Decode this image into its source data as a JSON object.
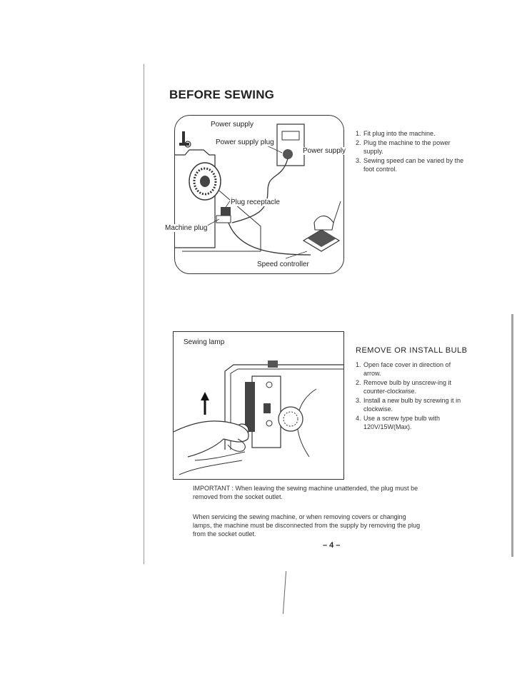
{
  "heading": "BEFORE SEWING",
  "figure1": {
    "labels": {
      "power_supply": "Power supply",
      "power_supply_plug": "Power supply plug",
      "power_supply_right": "Power supply",
      "plug_receptacle": "Plug receptacle",
      "machine_plug": "Machine plug",
      "speed_controller": "Speed controller"
    }
  },
  "steps1": [
    {
      "num": "1.",
      "text": "Fit plug into the machine."
    },
    {
      "num": "2.",
      "text": "Plug the machine to the power supply."
    },
    {
      "num": "3.",
      "text": "Sewing speed can be varied by the foot control."
    }
  ],
  "figure2": {
    "labels": {
      "sewing_lamp": "Sewing lamp"
    }
  },
  "bulb_section": {
    "title": "REMOVE OR INSTALL BULB",
    "steps": [
      {
        "num": "1.",
        "text": "Open face cover in direction of arrow."
      },
      {
        "num": "2.",
        "text": "Remove bulb by unscrew-ing it counter-clockwise."
      },
      {
        "num": "3.",
        "text": "Install a new bulb by screwing it in clockwise."
      },
      {
        "num": "4.",
        "text": "Use a screw type bulb with 120V/15W(Max)."
      }
    ]
  },
  "important_note": "IMPORTANT : When leaving the sewing machine unattended, the plug must be removed from the socket outlet.",
  "service_note": "When servicing the sewing machine, or when removing covers or changing lamps, the machine must be disconnected from the supply by removing the plug from the socket outlet.",
  "page_number": "– 4 –"
}
